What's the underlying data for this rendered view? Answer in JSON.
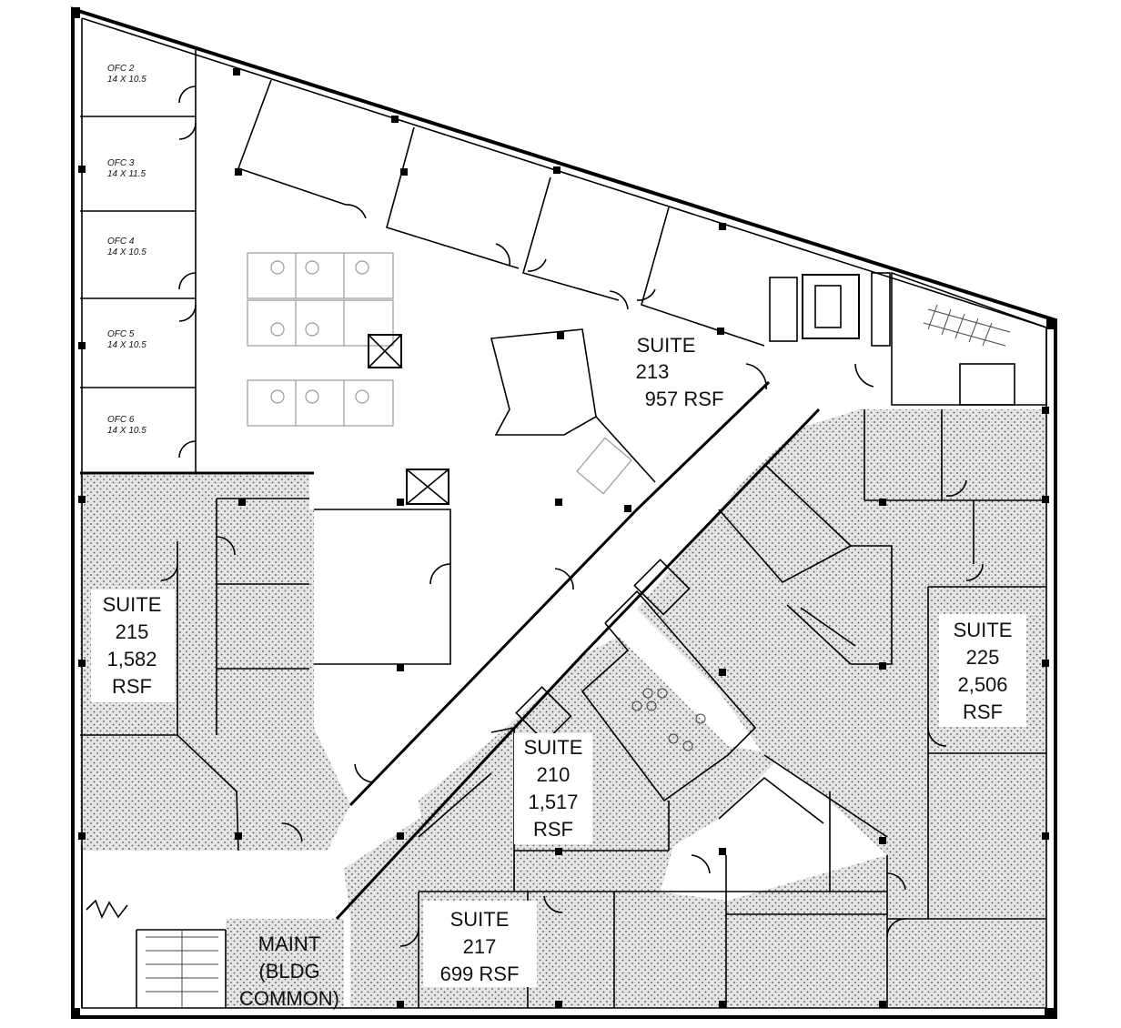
{
  "offices": [
    {
      "name": "OFC 2",
      "size": "14 X 10.5"
    },
    {
      "name": "OFC 3",
      "size": "14 X 11.5"
    },
    {
      "name": "OFC 4",
      "size": "14 X 10.5"
    },
    {
      "name": "OFC 5",
      "size": "14 X 10.5"
    },
    {
      "name": "OFC 6",
      "size": "14 X 10.5"
    }
  ],
  "suites": {
    "s213": {
      "line1": "SUITE",
      "line2": "213",
      "line3": "957 RSF"
    },
    "s215": {
      "line1": "SUITE",
      "line2": "215",
      "line3": "1,582",
      "line4": "RSF"
    },
    "s225": {
      "line1": "SUITE",
      "line2": "225",
      "line3": "2,506",
      "line4": "RSF"
    },
    "s210": {
      "line1": "SUITE",
      "line2": "210",
      "line3": "1,517",
      "line4": "RSF"
    },
    "s217": {
      "line1": "SUITE",
      "line2": "217",
      "line3": "699 RSF"
    }
  },
  "maint": {
    "line1": "MAINT",
    "line2": "(BLDG",
    "line3": "COMMON)"
  }
}
